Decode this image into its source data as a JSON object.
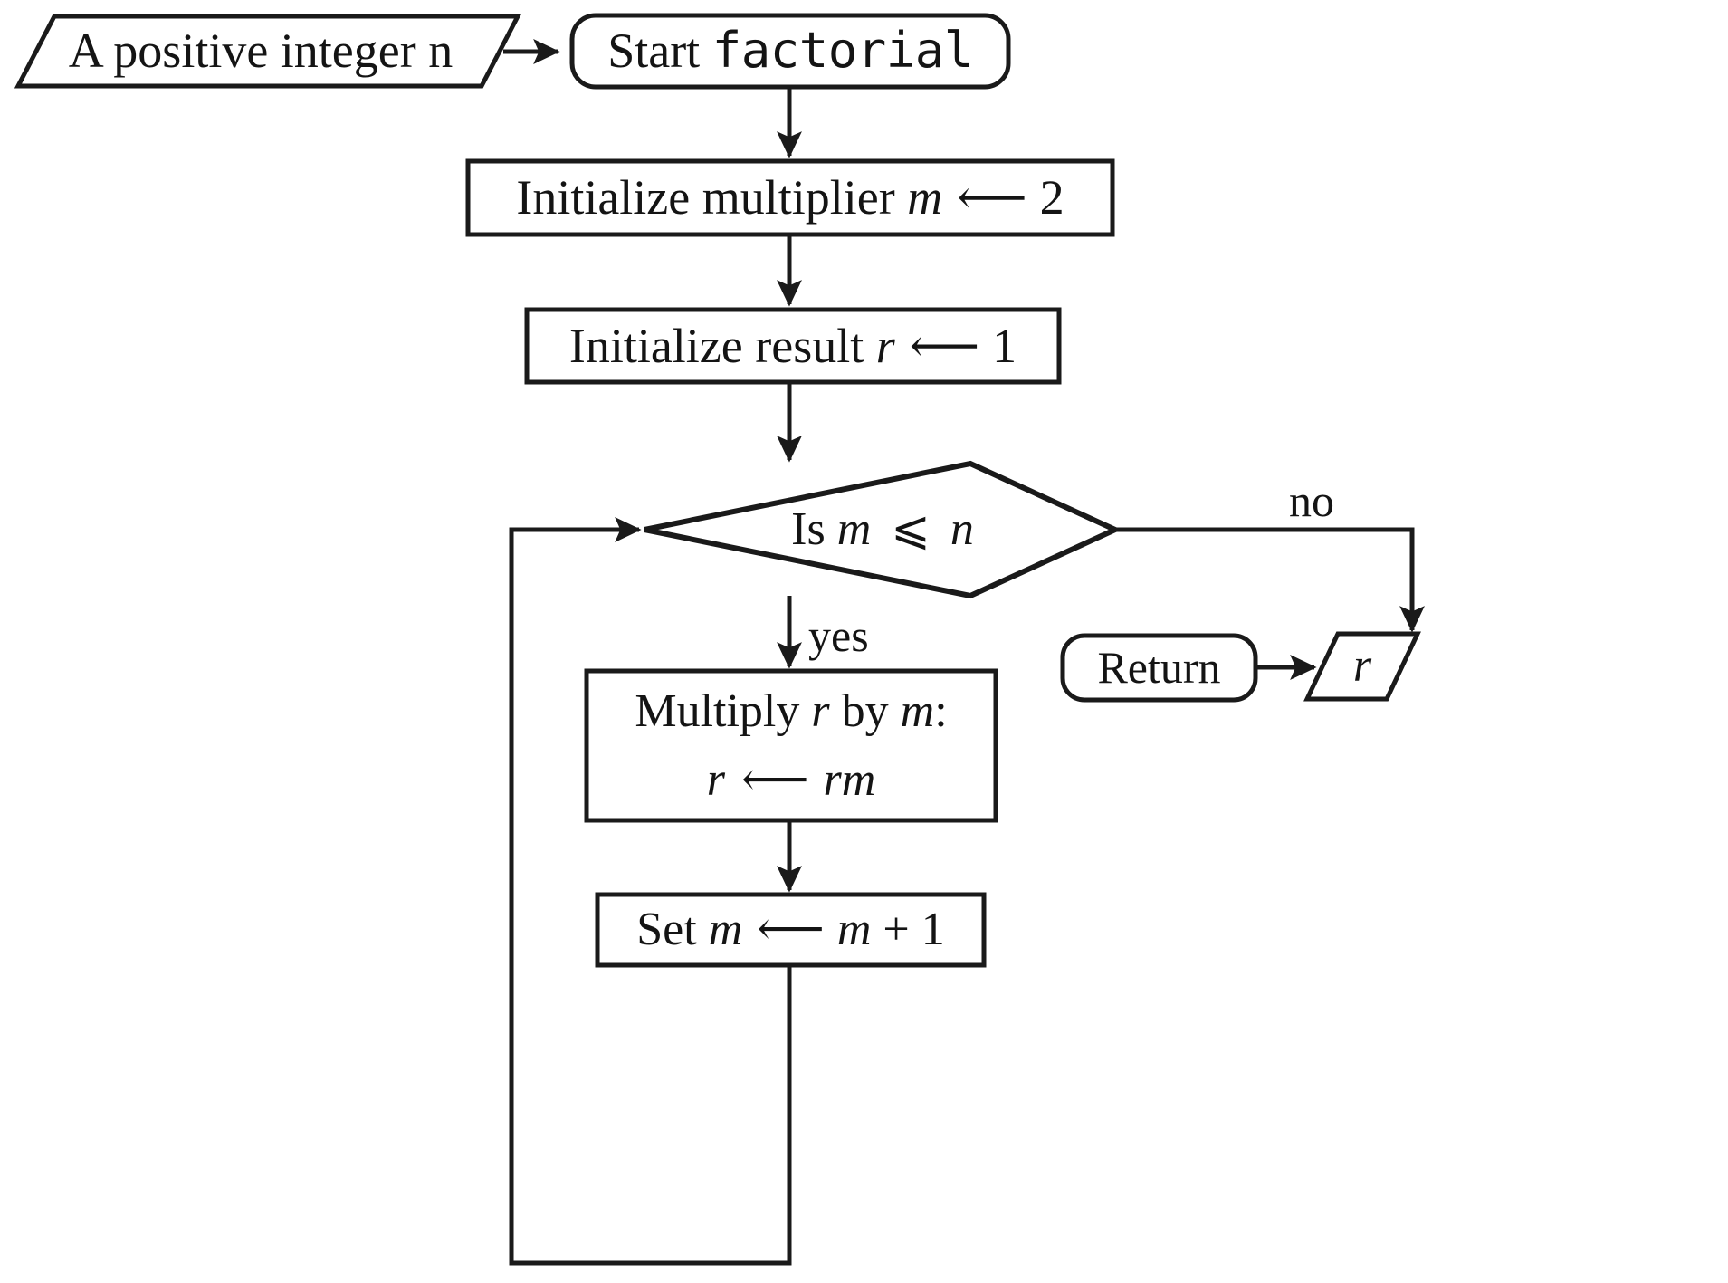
{
  "diagram": {
    "title": "factorial flowchart",
    "type": "flowchart",
    "colors": {
      "stroke": "#1a1a1a",
      "text": "#141414",
      "background": "#ffffff"
    },
    "nodes": [
      {
        "id": "input-n",
        "shape": "parallelogram",
        "role": "input",
        "text": "A positive integer n",
        "text_plain": "A positive integer n",
        "italic_parts": [
          "n"
        ]
      },
      {
        "id": "start",
        "shape": "rounded-rectangle",
        "role": "terminator",
        "text": "Start factorial",
        "text_prefix": "Start ",
        "text_mono": "factorial"
      },
      {
        "id": "init-multiplier",
        "shape": "rectangle",
        "role": "process",
        "text": "Initialize multiplier m ← 2",
        "text_prefix": "Initialize multiplier ",
        "var": "m",
        "assign": "⟵",
        "value": "2"
      },
      {
        "id": "init-result",
        "shape": "rectangle",
        "role": "process",
        "text": "Initialize result r ← 1",
        "text_prefix": "Initialize result ",
        "var": "r",
        "assign": "⟵",
        "value": "1"
      },
      {
        "id": "decision-compare",
        "shape": "diamond",
        "role": "decision",
        "text": "Is m ⩽ n",
        "text_prefix": "Is ",
        "lhs": "m",
        "operator": "⩽",
        "rhs": "n"
      },
      {
        "id": "multiply",
        "shape": "rectangle",
        "role": "process",
        "text": "Multiply r by m: r ← rm",
        "line1_a": "Multiply ",
        "line1_b": "r",
        "line1_c": " by ",
        "line1_d": "m",
        "line1_e": ":",
        "line2_a": "r",
        "line2_b": "⟵",
        "line2_c": "rm"
      },
      {
        "id": "increment",
        "shape": "rectangle",
        "role": "process",
        "text": "Set m ← m + 1",
        "text_prefix": "Set ",
        "var": "m",
        "assign": "⟵",
        "expr_var": "m",
        "expr_op": " + ",
        "expr_val": "1"
      },
      {
        "id": "return",
        "shape": "rounded-rectangle",
        "role": "terminator",
        "text": "Return"
      },
      {
        "id": "output-r",
        "shape": "parallelogram",
        "role": "output",
        "text": "r",
        "italic_parts": [
          "r"
        ]
      }
    ],
    "edges": [
      {
        "id": "e-input-start",
        "from": "input-n",
        "to": "start",
        "label": ""
      },
      {
        "id": "e-start-initm",
        "from": "start",
        "to": "init-multiplier",
        "label": ""
      },
      {
        "id": "e-initm-initr",
        "from": "init-multiplier",
        "to": "init-result",
        "label": ""
      },
      {
        "id": "e-initr-decision",
        "from": "init-result",
        "to": "decision-compare",
        "label": ""
      },
      {
        "id": "e-decision-no",
        "from": "decision-compare",
        "to": "return",
        "label": "no"
      },
      {
        "id": "e-decision-yes",
        "from": "decision-compare",
        "to": "multiply",
        "label": "yes"
      },
      {
        "id": "e-multiply-increment",
        "from": "multiply",
        "to": "increment",
        "label": ""
      },
      {
        "id": "e-increment-decision",
        "from": "increment",
        "to": "decision-compare",
        "label": ""
      },
      {
        "id": "e-return-output",
        "from": "return",
        "to": "output-r",
        "label": ""
      }
    ],
    "edge_labels": {
      "no": "no",
      "yes": "yes"
    }
  }
}
